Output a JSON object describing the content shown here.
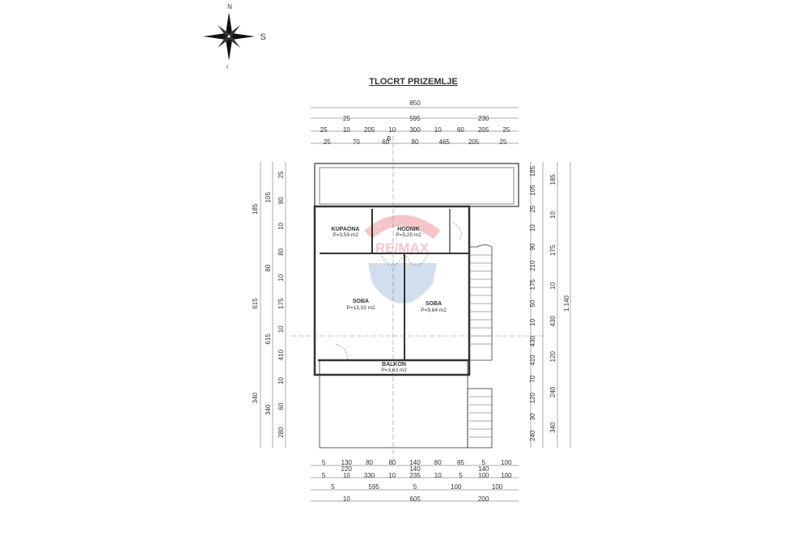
{
  "title": "TLOCRT PRIZEMLJE",
  "compass": {
    "north": "N",
    "south": "S",
    "east": "I"
  },
  "watermark": "RE/MAX",
  "section_mark": "B",
  "rooms": [
    {
      "name": "KUPAONA",
      "area": "P=3,59 m2"
    },
    {
      "name": "HODNIK",
      "area": "P=5,25 m2"
    },
    {
      "name": "SOBA",
      "area": "P=13,53 m2"
    },
    {
      "name": "SOBA",
      "area": "P=9,64 m2"
    },
    {
      "name": "BALKON",
      "area": "P=3,63 m2"
    }
  ],
  "dims_top": [
    [
      "850"
    ],
    [
      "25",
      "595",
      "230"
    ],
    [
      "25",
      "10",
      "205",
      "10",
      "300",
      "10",
      "60",
      "205",
      "25"
    ],
    [
      "25",
      "70",
      "60",
      "80",
      "465",
      "205",
      "25"
    ]
  ],
  "dims_left": [
    [
      "185",
      "615",
      "340"
    ],
    [
      "105",
      "80",
      "615",
      "340"
    ],
    [
      "25",
      "80",
      "10",
      "80",
      "10",
      "175",
      "10",
      "410",
      "10",
      "60",
      "280"
    ]
  ],
  "dims_right": [
    [
      "185",
      "105",
      "25",
      "10",
      "90",
      "210",
      "175",
      "50",
      "10",
      "430",
      "410",
      "70",
      "120",
      "30",
      "240"
    ],
    [
      "185",
      "10",
      "175",
      "10",
      "430",
      "120",
      "240",
      "340"
    ],
    [
      "1.140"
    ]
  ],
  "dims_bottom": [
    [
      "5",
      "130",
      "80",
      "80",
      "140",
      "80",
      "85",
      "5",
      "100"
    ],
    [
      "220",
      "140",
      "140"
    ],
    [
      "5",
      "10",
      "330",
      "10",
      "235",
      "10",
      "5",
      "100",
      "100"
    ],
    [
      "5",
      "595",
      "5",
      "100",
      "100"
    ],
    [
      "10",
      "605",
      "200"
    ]
  ]
}
